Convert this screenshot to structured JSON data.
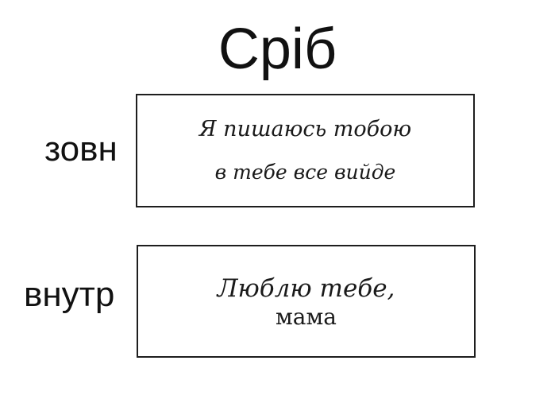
{
  "title": "Сріб",
  "outer": {
    "label": "зовн",
    "lines": [
      "Я пишаюсь тобою",
      "в тебе все вийде"
    ]
  },
  "inner": {
    "label": "внутр",
    "lines": [
      "Люблю тебе,",
      "мама"
    ]
  }
}
